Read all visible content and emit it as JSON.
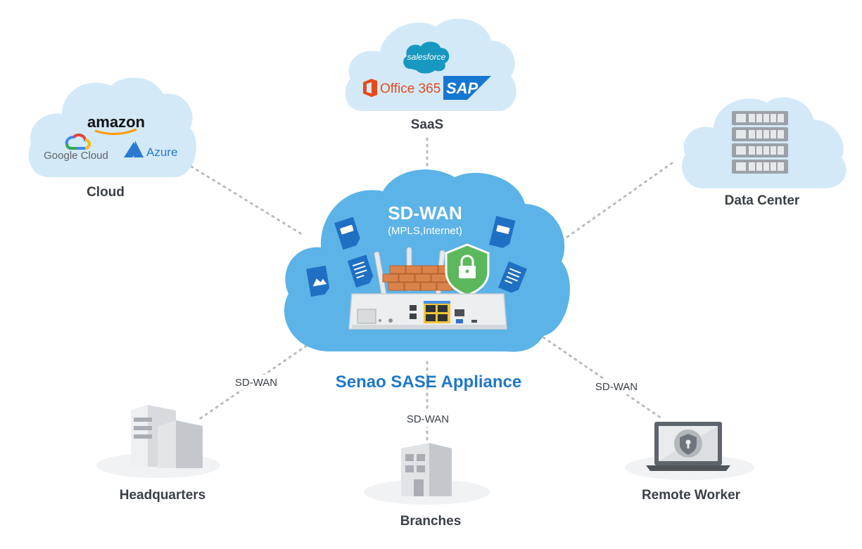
{
  "nodes": {
    "cloud": {
      "label": "Cloud",
      "logos": [
        "amazon",
        "Google Cloud",
        "Azure"
      ]
    },
    "saas": {
      "label": "SaaS",
      "logos": [
        "salesforce",
        "Office 365",
        "SAP"
      ]
    },
    "datacenter": {
      "label": "Data Center"
    },
    "headquarters": {
      "label": "Headquarters"
    },
    "branches": {
      "label": "Branches"
    },
    "remote": {
      "label": "Remote Worker"
    }
  },
  "center": {
    "title": "SD-WAN",
    "subtitle": "(MPLS,Internet)",
    "appliance_label": "Senao SASE Appliance"
  },
  "links": {
    "hq": "SD-WAN",
    "branches": "SD-WAN",
    "remote": "SD-WAN"
  },
  "colors": {
    "center_cloud": "#5bb3e8",
    "outer_cloud": "#d3e9f8",
    "accent_blue": "#1f78c8",
    "shield_green": "#5cb85c",
    "brick": "#d9834a",
    "building_gray": "#c9ccd1",
    "label_text": "#3a3f47"
  }
}
